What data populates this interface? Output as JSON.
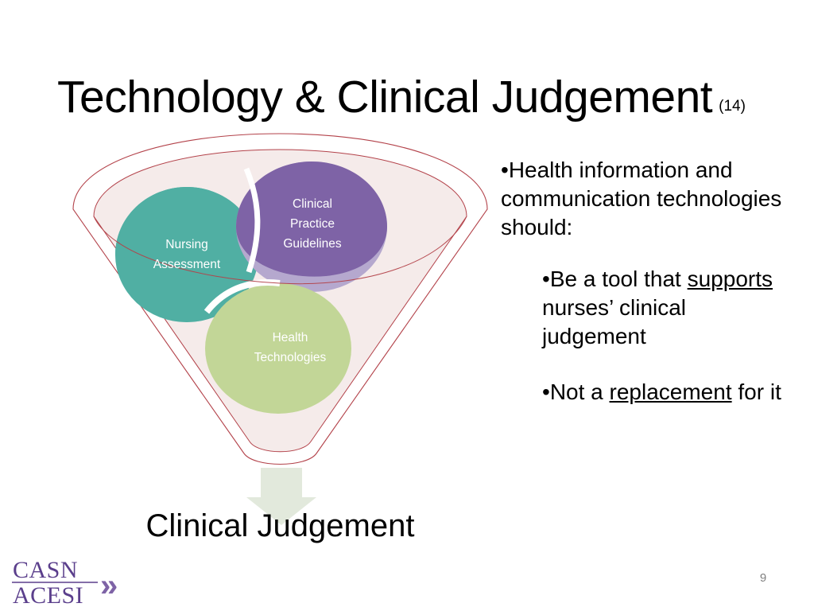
{
  "slide": {
    "title": "Technology & Clinical Judgement",
    "title_reference": "(14)",
    "page_number": "9",
    "background_color": "#ffffff"
  },
  "diagram": {
    "name": "funnel-diagram",
    "type": "funnel",
    "outer_funnel_outline_color": "#B3424A",
    "inner_funnel_fill_color": "#F5EBEA",
    "inner_funnel_outline_color": "#B3424A",
    "bubbles": [
      {
        "id": "nursing-assessment",
        "label_line_1": "Nursing",
        "label_line_2": "Assessment",
        "color": "#50AFA3",
        "color_below_rim": "#A6D3CE",
        "text_color": "#ffffff"
      },
      {
        "id": "clinical-practice-guidelines",
        "label_line_1": "Clinical",
        "label_line_2": "Practice",
        "label_line_3": "Guidelines",
        "color": "#7E63A6",
        "color_below_rim": "#B5A8CE",
        "text_color": "#ffffff"
      },
      {
        "id": "health-technologies",
        "label_line_1": "Health",
        "label_line_2": "Technologies",
        "color": "#C2D697",
        "text_color": "#ffffff"
      }
    ],
    "arrow": {
      "direction": "down",
      "color": "#E2E9DC"
    },
    "outcome_label": "Clinical Judgement"
  },
  "bullets": {
    "intro": {
      "marker": "•",
      "text": "Health information and communication technologies should:"
    },
    "items": [
      {
        "marker": "•",
        "text_before": "Be a tool that ",
        "underlined": "supports",
        "text_after": " nurses’ clinical judgement"
      },
      {
        "marker": "•",
        "text_before": "Not a ",
        "underlined": "replacement",
        "text_after": " for it"
      }
    ]
  },
  "logo": {
    "line_1": "CASN",
    "line_2": "ACESI",
    "chevron_glyph": "»",
    "color": "#5B3F8C"
  }
}
